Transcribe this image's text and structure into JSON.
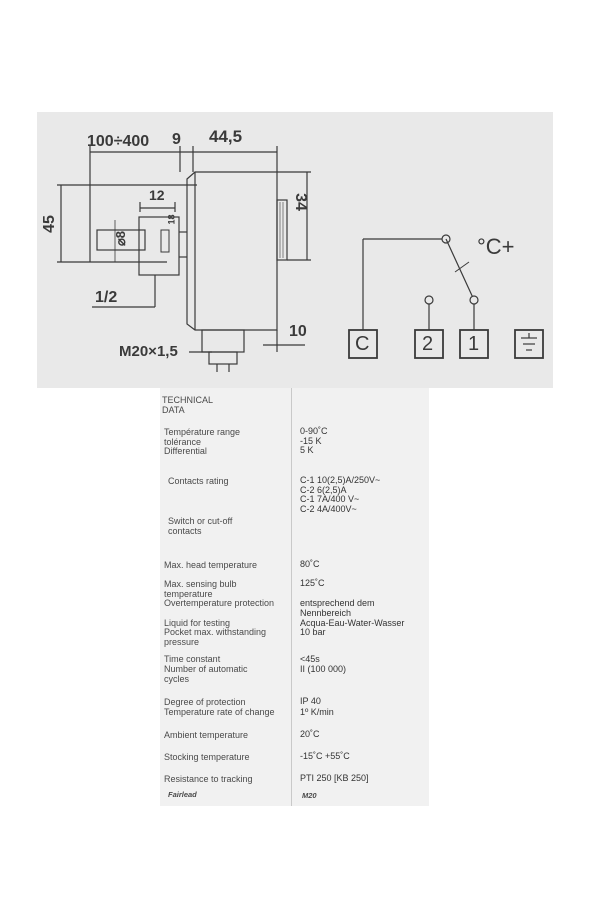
{
  "drawing": {
    "dims": {
      "length_range": "100÷400",
      "gap": "9",
      "body_width": "44,5",
      "height": "45",
      "probe_len": "12",
      "probe_dia": "⌀8",
      "side_height": "34",
      "thread_half": "1/2",
      "gland": "M20×1,5",
      "knob": "10",
      "small_mark": "18"
    },
    "wiring": {
      "symbol": "°C+",
      "terminals": [
        "C",
        "2",
        "1"
      ],
      "earth_icon": "earth-terminal-icon"
    }
  },
  "tech": {
    "title": "TECHNICAL\nDATA",
    "rows": [
      {
        "label": "Température range\ntolérance\nDifferential",
        "value": "0-90˚C\n-15 K\n5 K"
      },
      {
        "label": "Contacts rating",
        "value": "C-1 10(2,5)A/250V~\nC-2 6(2,5)A\nC-1 7A/400 V~\nC-2 4A/400V~"
      },
      {
        "label": "Switch or cut-off\ncontacts",
        "value": ""
      },
      {
        "label": "Max.  head temperature",
        "value": "80˚C"
      },
      {
        "label": "Max.  sensing bulb\ntemperature",
        "value": "125˚C"
      },
      {
        "label": "Overtemperature protection",
        "value": "entsprechend dem\nNennbereich"
      },
      {
        "label": "Liquid  for testing",
        "value": "Acqua-Eau-Water-Wasser"
      },
      {
        "label": "Pocket  max. withstanding\npressure",
        "value": "10 bar"
      },
      {
        "label": "Time constant",
        "value": "<45s"
      },
      {
        "label": "Number of automatic\ncycles",
        "value": "II (100 000)"
      },
      {
        "label": "Degree of  protection",
        "value": "IP 40"
      },
      {
        "label": "Temperature rate of change",
        "value": "1º K/min"
      },
      {
        "label": "Ambient temperature",
        "value": "20˚C"
      },
      {
        "label": "Stocking temperature",
        "value": "-15˚C  +55˚C"
      },
      {
        "label": "Resistance to tracking",
        "value": "PTI 250  [KB  250]"
      }
    ],
    "footer": {
      "label": "Fairlead",
      "value": "M20"
    }
  }
}
